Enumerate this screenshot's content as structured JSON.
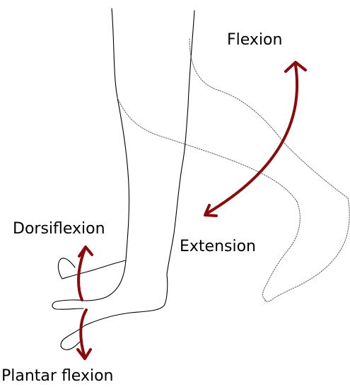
{
  "labels": {
    "flexion": "Flexion",
    "extension": "Extension",
    "dorsiflexion": "Dorsiflexion",
    "plantar_flexion": "Plantar flexion"
  },
  "colors": {
    "arrow": "#8b0b0b",
    "outline": "#000000",
    "ghost_outline": "#555555"
  }
}
